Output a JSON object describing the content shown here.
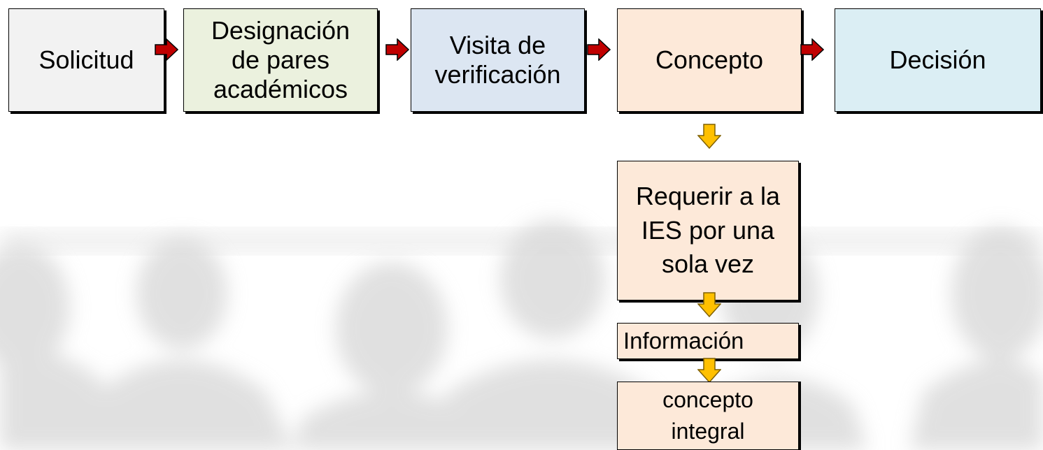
{
  "colors": {
    "red_arrow": "#c00000",
    "yellow_arrow": "#ffc000",
    "box_solicitud": "#f2f2f2",
    "box_designacion": "#ebf1de",
    "box_visita": "#dce6f2",
    "box_concepto": "#fde9d9",
    "box_decision": "#dbeef4"
  },
  "steps": {
    "solicitud": "Solicitud",
    "designacion": [
      "Designación",
      "de pares",
      "académicos"
    ],
    "visita": [
      "Visita de",
      "verificación"
    ],
    "concepto": "Concepto",
    "decision": "Decisión"
  },
  "branch": {
    "requerir": [
      "Requerir a la",
      "IES por una",
      "sola vez"
    ],
    "informacion": "Información",
    "concepto_integral": [
      "concepto",
      "integral"
    ]
  },
  "icons": {
    "horizontal_arrow": "red-right-arrow-icon",
    "vertical_arrow": "yellow-down-arrow-icon"
  }
}
